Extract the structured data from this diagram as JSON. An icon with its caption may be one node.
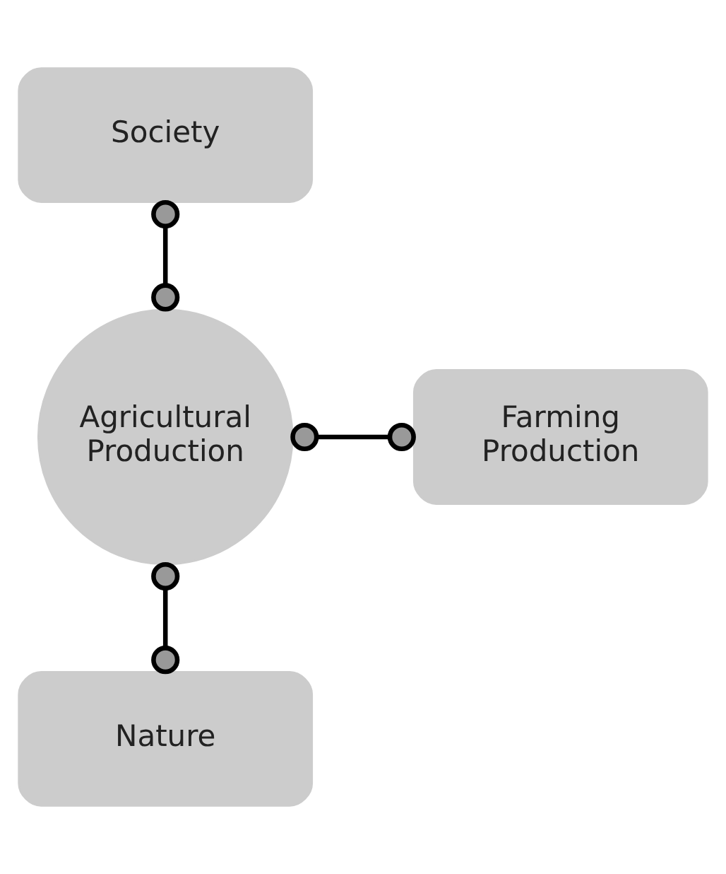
{
  "diagram": {
    "nodes": [
      {
        "text": [
          "Society"
        ]
      },
      {
        "text": [
          "Agricultural Production"
        ]
      },
      {
        "text": [
          "Farming Production"
        ]
      },
      {
        "text": [
          "Nature"
        ]
      }
    ],
    "edges": [
      {
        "from": 0,
        "to": 1,
        "arrow": "other"
      },
      {
        "from": 1,
        "to": 2,
        "arrow": "other"
      },
      {
        "from": 1,
        "to": 3,
        "arrow": "other"
      }
    ]
  }
}
